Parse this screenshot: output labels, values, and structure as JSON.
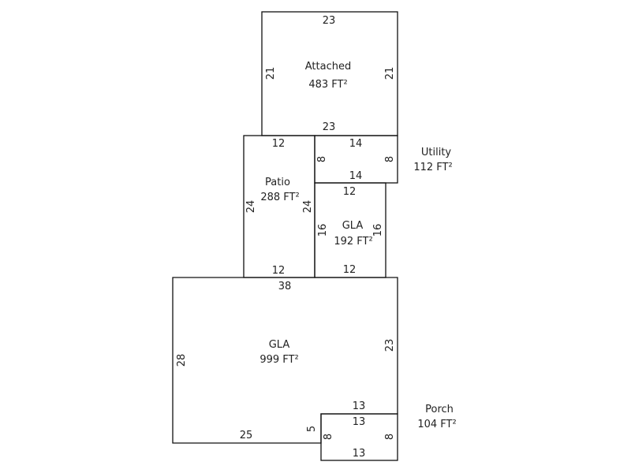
{
  "rooms": {
    "attached": {
      "name": "Attached",
      "area": "483 FT²",
      "top": "23",
      "bottom": "23",
      "left": "21",
      "right": "21"
    },
    "patio": {
      "name": "Patio",
      "area": "288 FT²",
      "top": "12",
      "bottom": "12",
      "left": "24",
      "right": "24"
    },
    "utility": {
      "name": "Utility",
      "area": "112 FT²",
      "top": "14",
      "bottom": "14",
      "left": "8",
      "right": "8"
    },
    "gla_small": {
      "name": "GLA",
      "area": "192 FT²",
      "top": "12",
      "bottom": "12",
      "left": "16",
      "right": "16"
    },
    "gla_main": {
      "name": "GLA",
      "area": "999 FT²",
      "top": "38",
      "left": "28",
      "right": "23",
      "notch_top": "13",
      "notch_left": "5",
      "bottom": "25"
    },
    "porch": {
      "name": "Porch",
      "area": "104 FT²",
      "top": "13",
      "bottom": "13",
      "left": "8",
      "right": "8"
    }
  }
}
